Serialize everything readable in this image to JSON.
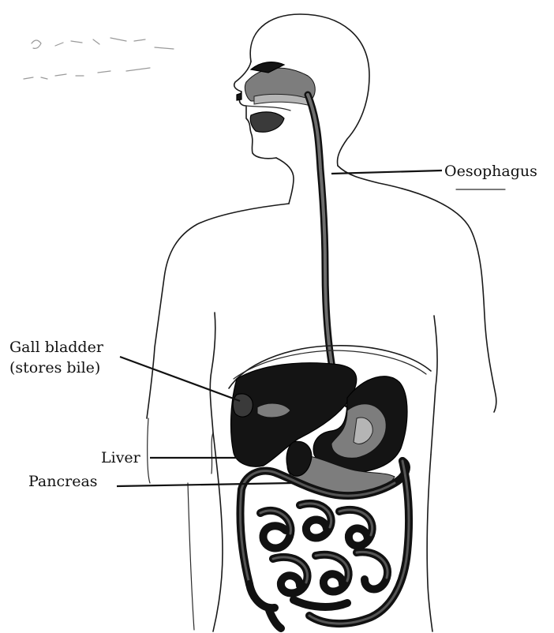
{
  "labels": {
    "oesophagus": "Oesophagus",
    "gall_bladder_line1": "Gall bladder",
    "gall_bladder_line2": "(stores bile)",
    "liver": "Liver",
    "pancreas": "Pancreas"
  },
  "colors": {
    "ink": "#111111",
    "organ_dark": "#141414",
    "organ_grey": "#7d7d7d",
    "background": "#ffffff"
  }
}
